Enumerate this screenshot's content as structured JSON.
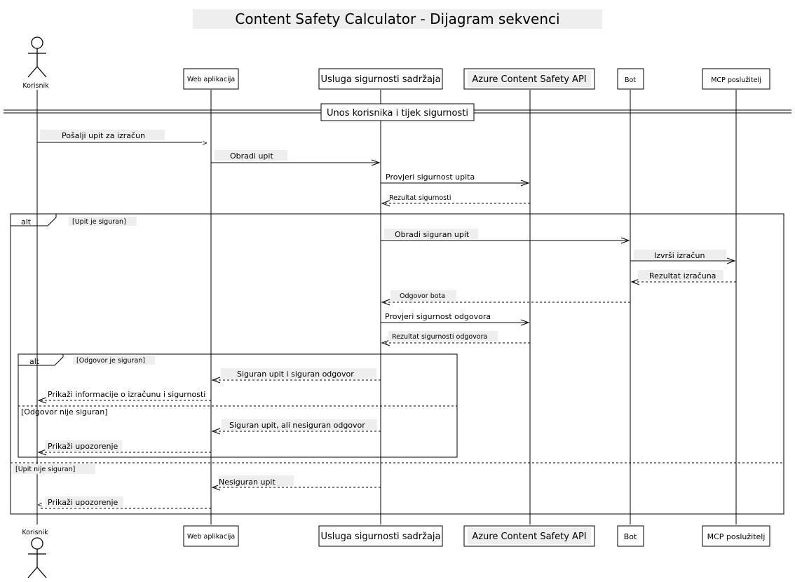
{
  "title": "Content Safety Calculator - Dijagram sekvenci",
  "participants": {
    "user": "Korisnik",
    "web": "Web aplikacija",
    "service": "Usluga sigurnosti sadržaja",
    "api": "Azure Content Safety API",
    "bot": "Bot",
    "mcp": "MCP poslužitelj"
  },
  "divider": "Unos korisnika i tijek sigurnosti",
  "messages": {
    "m1": "Pošalji upit za izračun",
    "m2": "Obradi upit",
    "m3": "Provjeri sigurnost upita",
    "m4": "Rezultat sigurnosti",
    "m5": "Obradi siguran upit",
    "m6": "Izvrši izračun",
    "m7": "Rezultat izračuna",
    "m8": "Odgovor bota",
    "m9": "Provjeri sigurnost odgovora",
    "m10": "Rezultat sigurnosti odgovora",
    "m11": "Siguran upit i siguran odgovor",
    "m12": "Prikaži informacije o izračunu i sigurnosti",
    "m13": "Siguran upit, ali nesiguran odgovor",
    "m14": "Prikaži upozorenje",
    "m15": "Nesiguran upit",
    "m16": "Prikaži upozorenje"
  },
  "frames": {
    "outer_keyword": "alt",
    "outer_guard": "[Upit je siguran]",
    "outer_else": "[Upit nije siguran]",
    "inner_keyword": "alt",
    "inner_guard": "[Odgovor je siguran]",
    "inner_else": "[Odgovor nije siguran]"
  }
}
